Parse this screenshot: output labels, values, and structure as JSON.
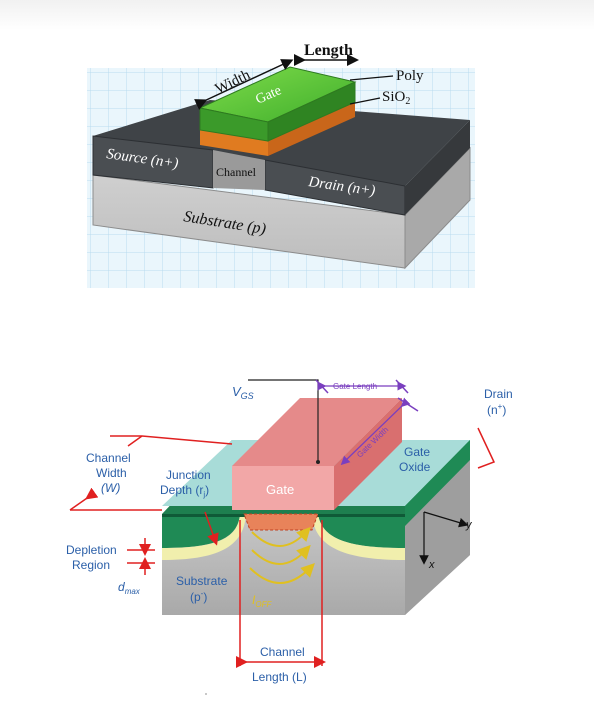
{
  "figure1": {
    "length": "Length",
    "width": "Width",
    "gate": "Gate",
    "poly": "Poly",
    "sio2": "SiO",
    "sio2_sub": "2",
    "source": "Source (n+)",
    "channel": "Channel",
    "drain": "Drain (n+)",
    "substrate": "Substrate (p)"
  },
  "figure2": {
    "vgs": "V",
    "vgs_sub": "GS",
    "gate_length": "Gate Length",
    "gate_width": "Gate Width",
    "drain_line1": "Drain",
    "drain_line2": "(n",
    "drain_sup": "+",
    "drain_close": ")",
    "channel_width_line1": "Channel",
    "channel_width_line2": "Width",
    "channel_width_line3": "(W)",
    "junction_line1": "Junction",
    "junction_line2": "Depth (r",
    "junction_sub": "j",
    "junction_close": ")",
    "gate": "Gate",
    "gate_oxide_line1": "Gate",
    "gate_oxide_line2": "Oxide",
    "depletion_line1": "Depletion",
    "depletion_line2": "Region",
    "dmax": "d",
    "dmax_sub": "max",
    "substrate_line1": "Substrate",
    "substrate_line2": "(p",
    "substrate_sup": "-",
    "substrate_close": ")",
    "ioff": "I",
    "ioff_sub": "OFF",
    "axis_y": "y",
    "axis_x": "x",
    "channel_length_line1": "Channel",
    "channel_length_line2": "Length (L)"
  }
}
